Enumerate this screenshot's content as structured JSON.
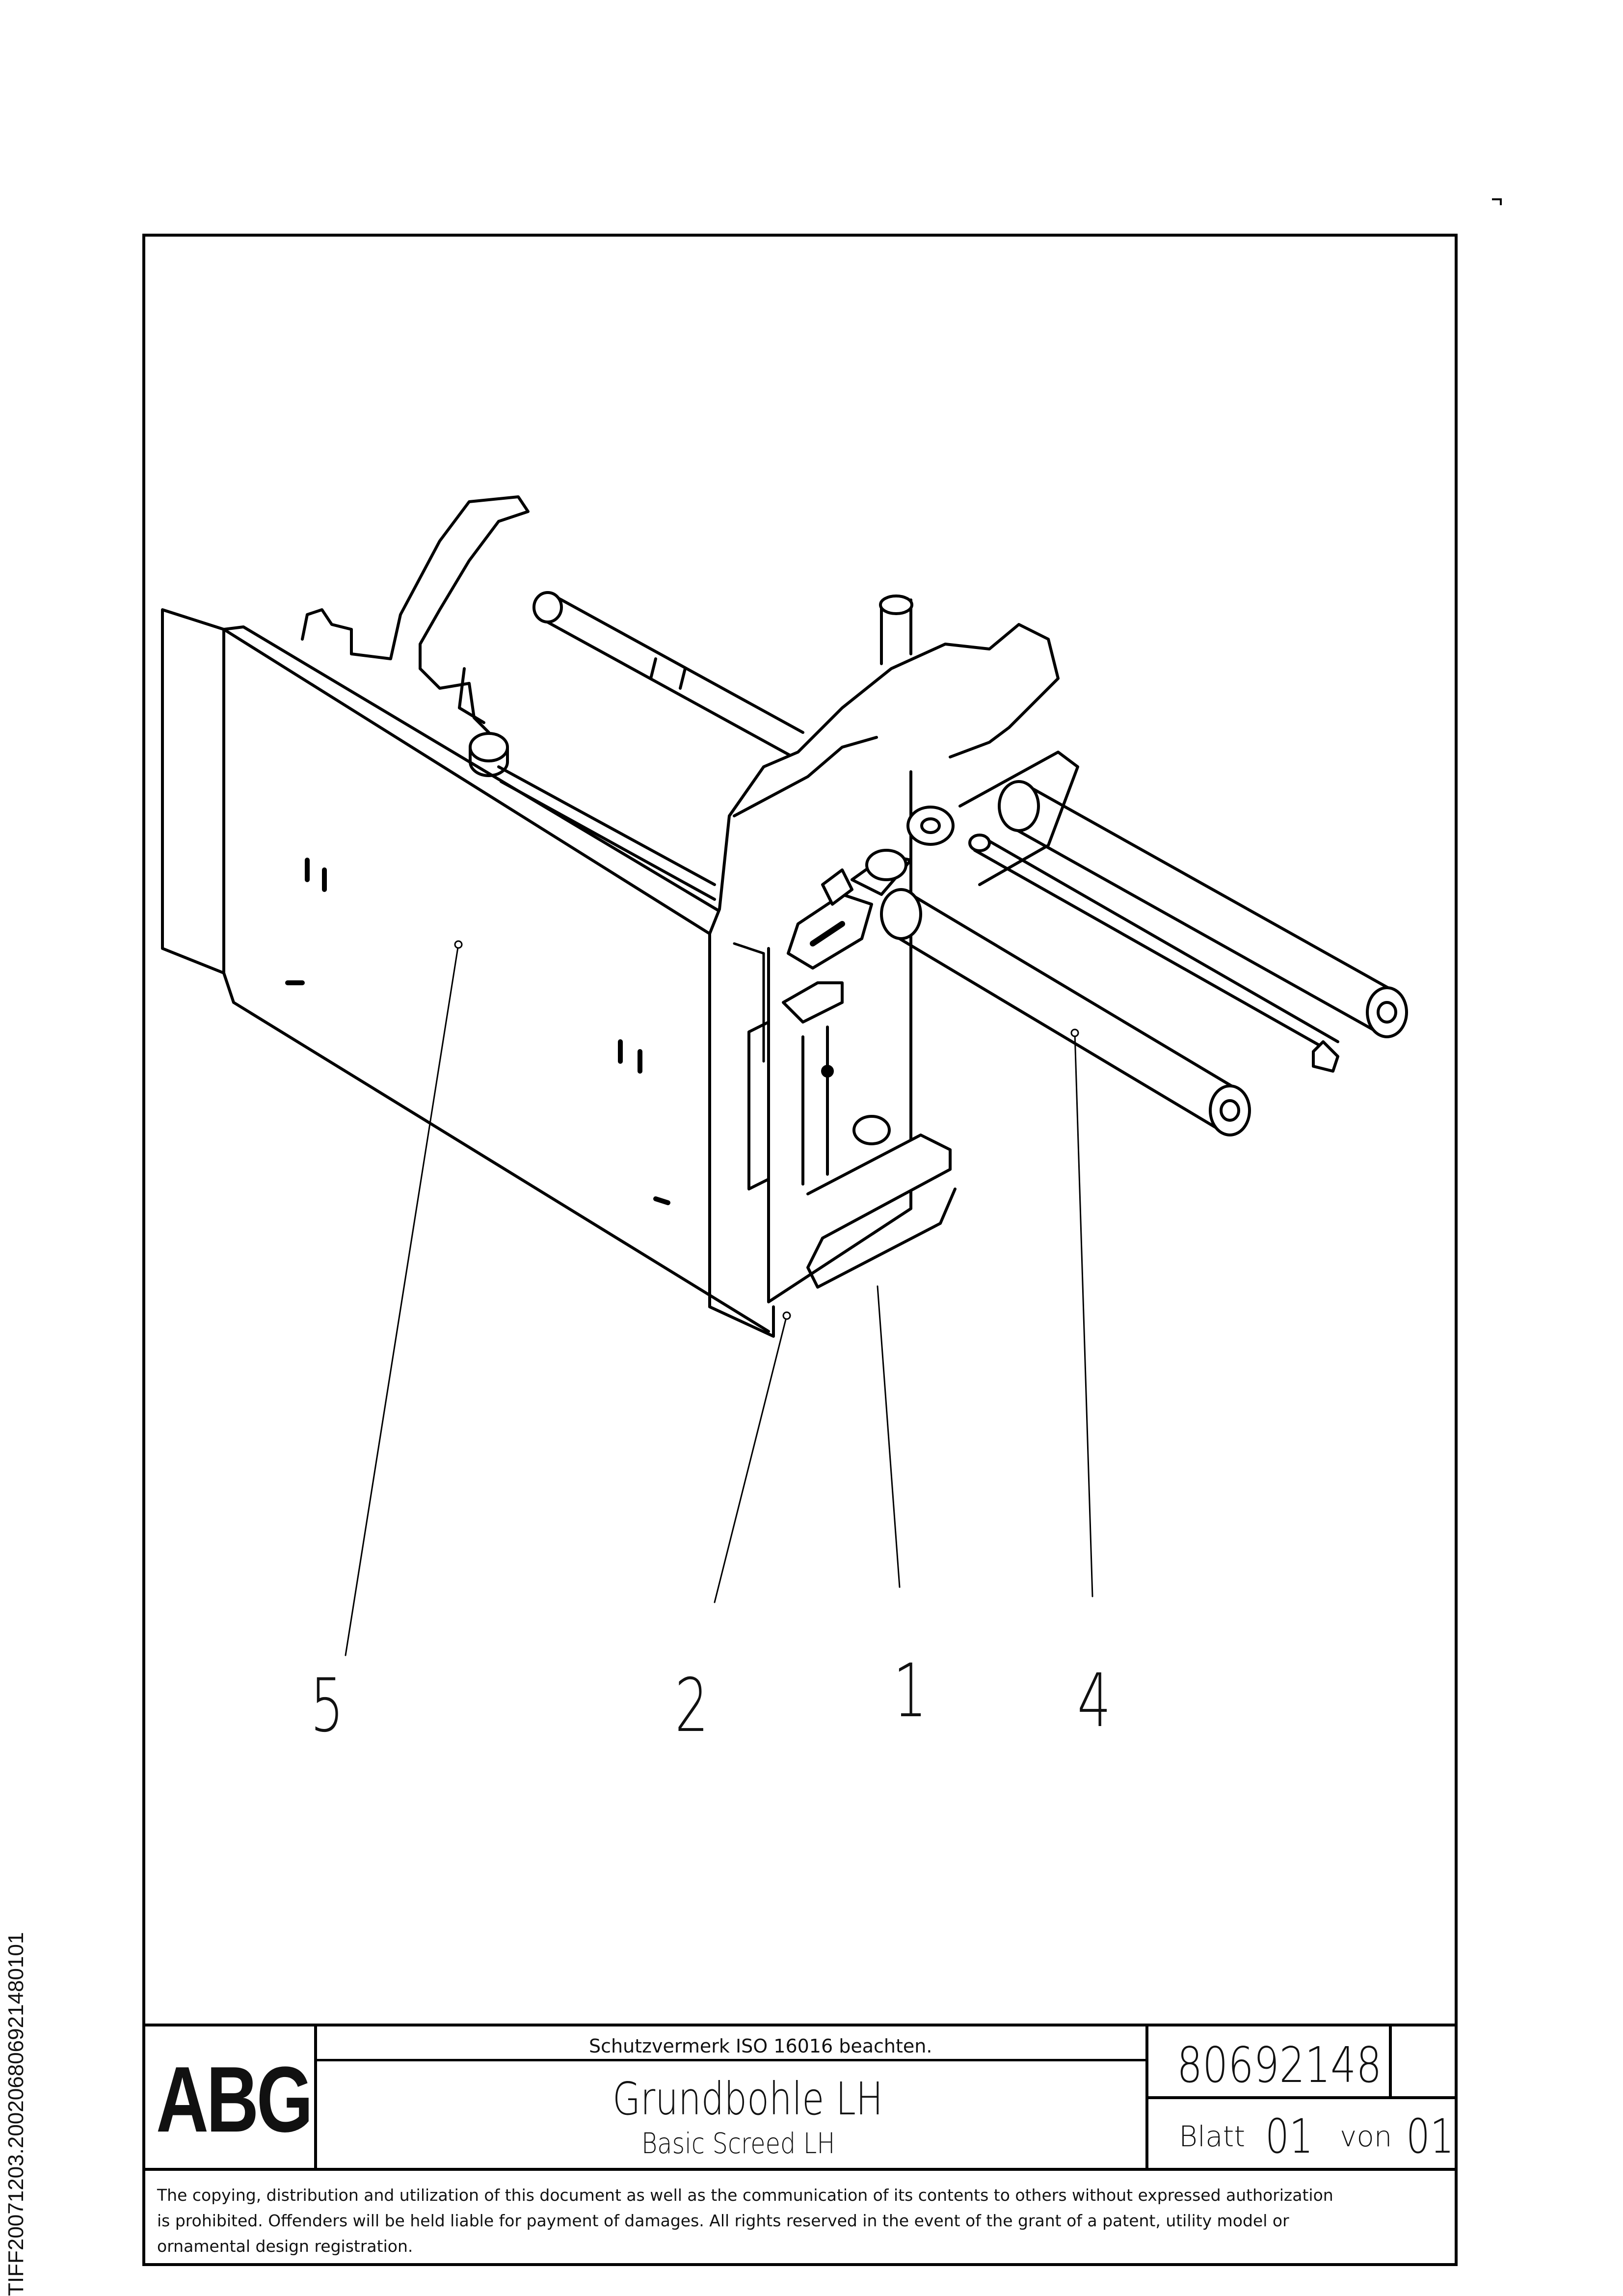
{
  "drawing": {
    "callouts": [
      "5",
      "2",
      "1",
      "4"
    ]
  },
  "title_block": {
    "logo": "ABG",
    "protection_note": "Schutzvermerk ISO 16016 beachten.",
    "title": "Grundbohle LH",
    "subtitle": "Basic Screed LH",
    "doc_number": "80692148",
    "sheet_label": "Blatt",
    "sheet_num": "01",
    "of_label": "von",
    "sheet_total": "01",
    "copyright": [
      "The copying, distribution and utilization of this document as well as the communication of its contents to others without expressed authorization",
      "is prohibited. Offenders will be held liable for payment of damages. All rights reserved in the event of the grant of a patent, utility model or",
      "ornamental design registration."
    ]
  },
  "side_label": "TIFF20071203.200206806921480101"
}
